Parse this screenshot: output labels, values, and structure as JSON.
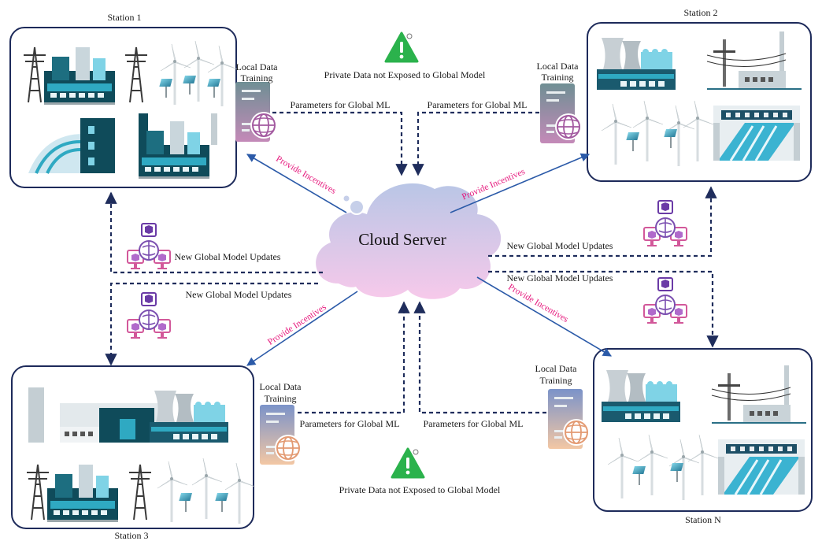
{
  "stations": {
    "s1": "Station 1",
    "s2": "Station 2",
    "s3": "Station 3",
    "sn": "Station N"
  },
  "cloud": "Cloud Server",
  "local_training": [
    "Local Data",
    "Training"
  ],
  "params_label": "Parameters for Global ML",
  "private_label": "Private Data not Exposed to Global Model",
  "incentives_label": "Provide Incentives",
  "updates_label": "New Global Model Updates",
  "colors": {
    "station_border": "#1d2a5a",
    "dashed_arrow": "#1f2d5c",
    "incentive_arrow": "#2b5aa8",
    "incentive_text": "#e6197d",
    "warning": "#2bb24c",
    "cloud_top": "#b9c6e6",
    "cloud_bottom": "#f7c9ea"
  }
}
